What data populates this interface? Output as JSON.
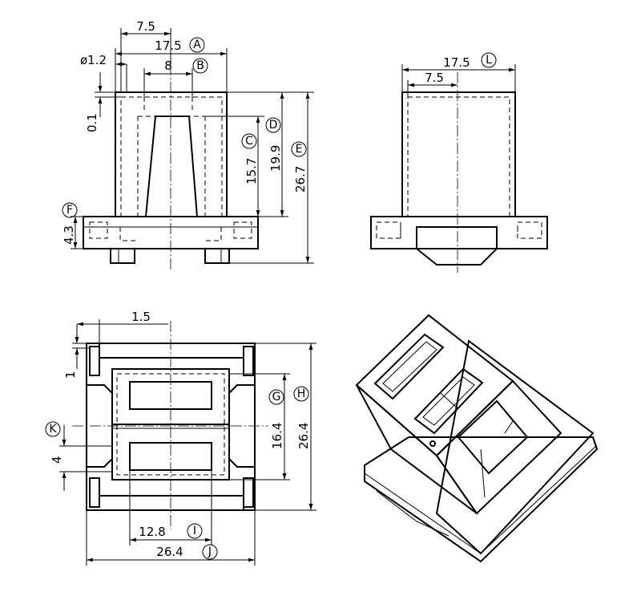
{
  "dimensions": {
    "d7_5_top": "7.5",
    "d17_5_A": "17.5",
    "phi1_2": "ø1.2",
    "d8_B": "8",
    "d0_1": "0.1",
    "d15_7_C": "15.7",
    "d19_9_D": "19.9",
    "d26_7_E": "26.7",
    "d4_3_F": "4.3",
    "d17_5_L": "17.5",
    "d7_5_right": "7.5",
    "d1_5": "1.5",
    "d1": "1",
    "d16_4_G": "16.4",
    "d26_4_H": "26.4",
    "d4_K": "4",
    "d12_8_I": "12.8",
    "d26_4_J": "26.4"
  },
  "labels": {
    "A": "A",
    "B": "B",
    "C": "C",
    "D": "D",
    "E": "E",
    "F": "F",
    "G": "G",
    "H": "H",
    "I": "I",
    "J": "J",
    "K": "K",
    "L": "L"
  }
}
